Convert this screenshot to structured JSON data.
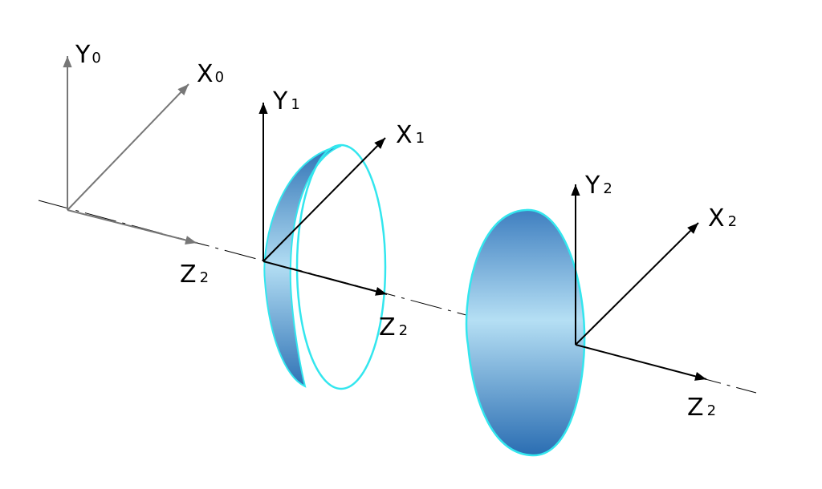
{
  "frames": [
    {
      "id": "frame0",
      "axes": [
        {
          "axis": "y",
          "letter": "Y",
          "subscript": "0"
        },
        {
          "axis": "x",
          "letter": "X",
          "subscript": "0"
        },
        {
          "axis": "z",
          "letter": "",
          "subscript": ""
        }
      ]
    },
    {
      "id": "frame1",
      "axes": [
        {
          "axis": "y",
          "letter": "Y",
          "subscript": "1"
        },
        {
          "axis": "x",
          "letter": "X",
          "subscript": "1"
        },
        {
          "axis": "z",
          "letter": "Z",
          "subscript": "2"
        }
      ]
    },
    {
      "id": "frame2",
      "axes": [
        {
          "axis": "y",
          "letter": "Y",
          "subscript": "2"
        },
        {
          "axis": "x",
          "letter": "X",
          "subscript": "2"
        },
        {
          "axis": "z",
          "letter": "Z",
          "subscript": "2"
        }
      ]
    }
  ],
  "extra_label": {
    "letter": "Z",
    "subscript": "2"
  },
  "colors": {
    "axis_frame0": "#777777",
    "axis_other": "#000000",
    "lens_outline": "#33e6ee",
    "lens_fill_light": "#b2ddf3",
    "lens_fill_dark": "#2f72b5"
  }
}
